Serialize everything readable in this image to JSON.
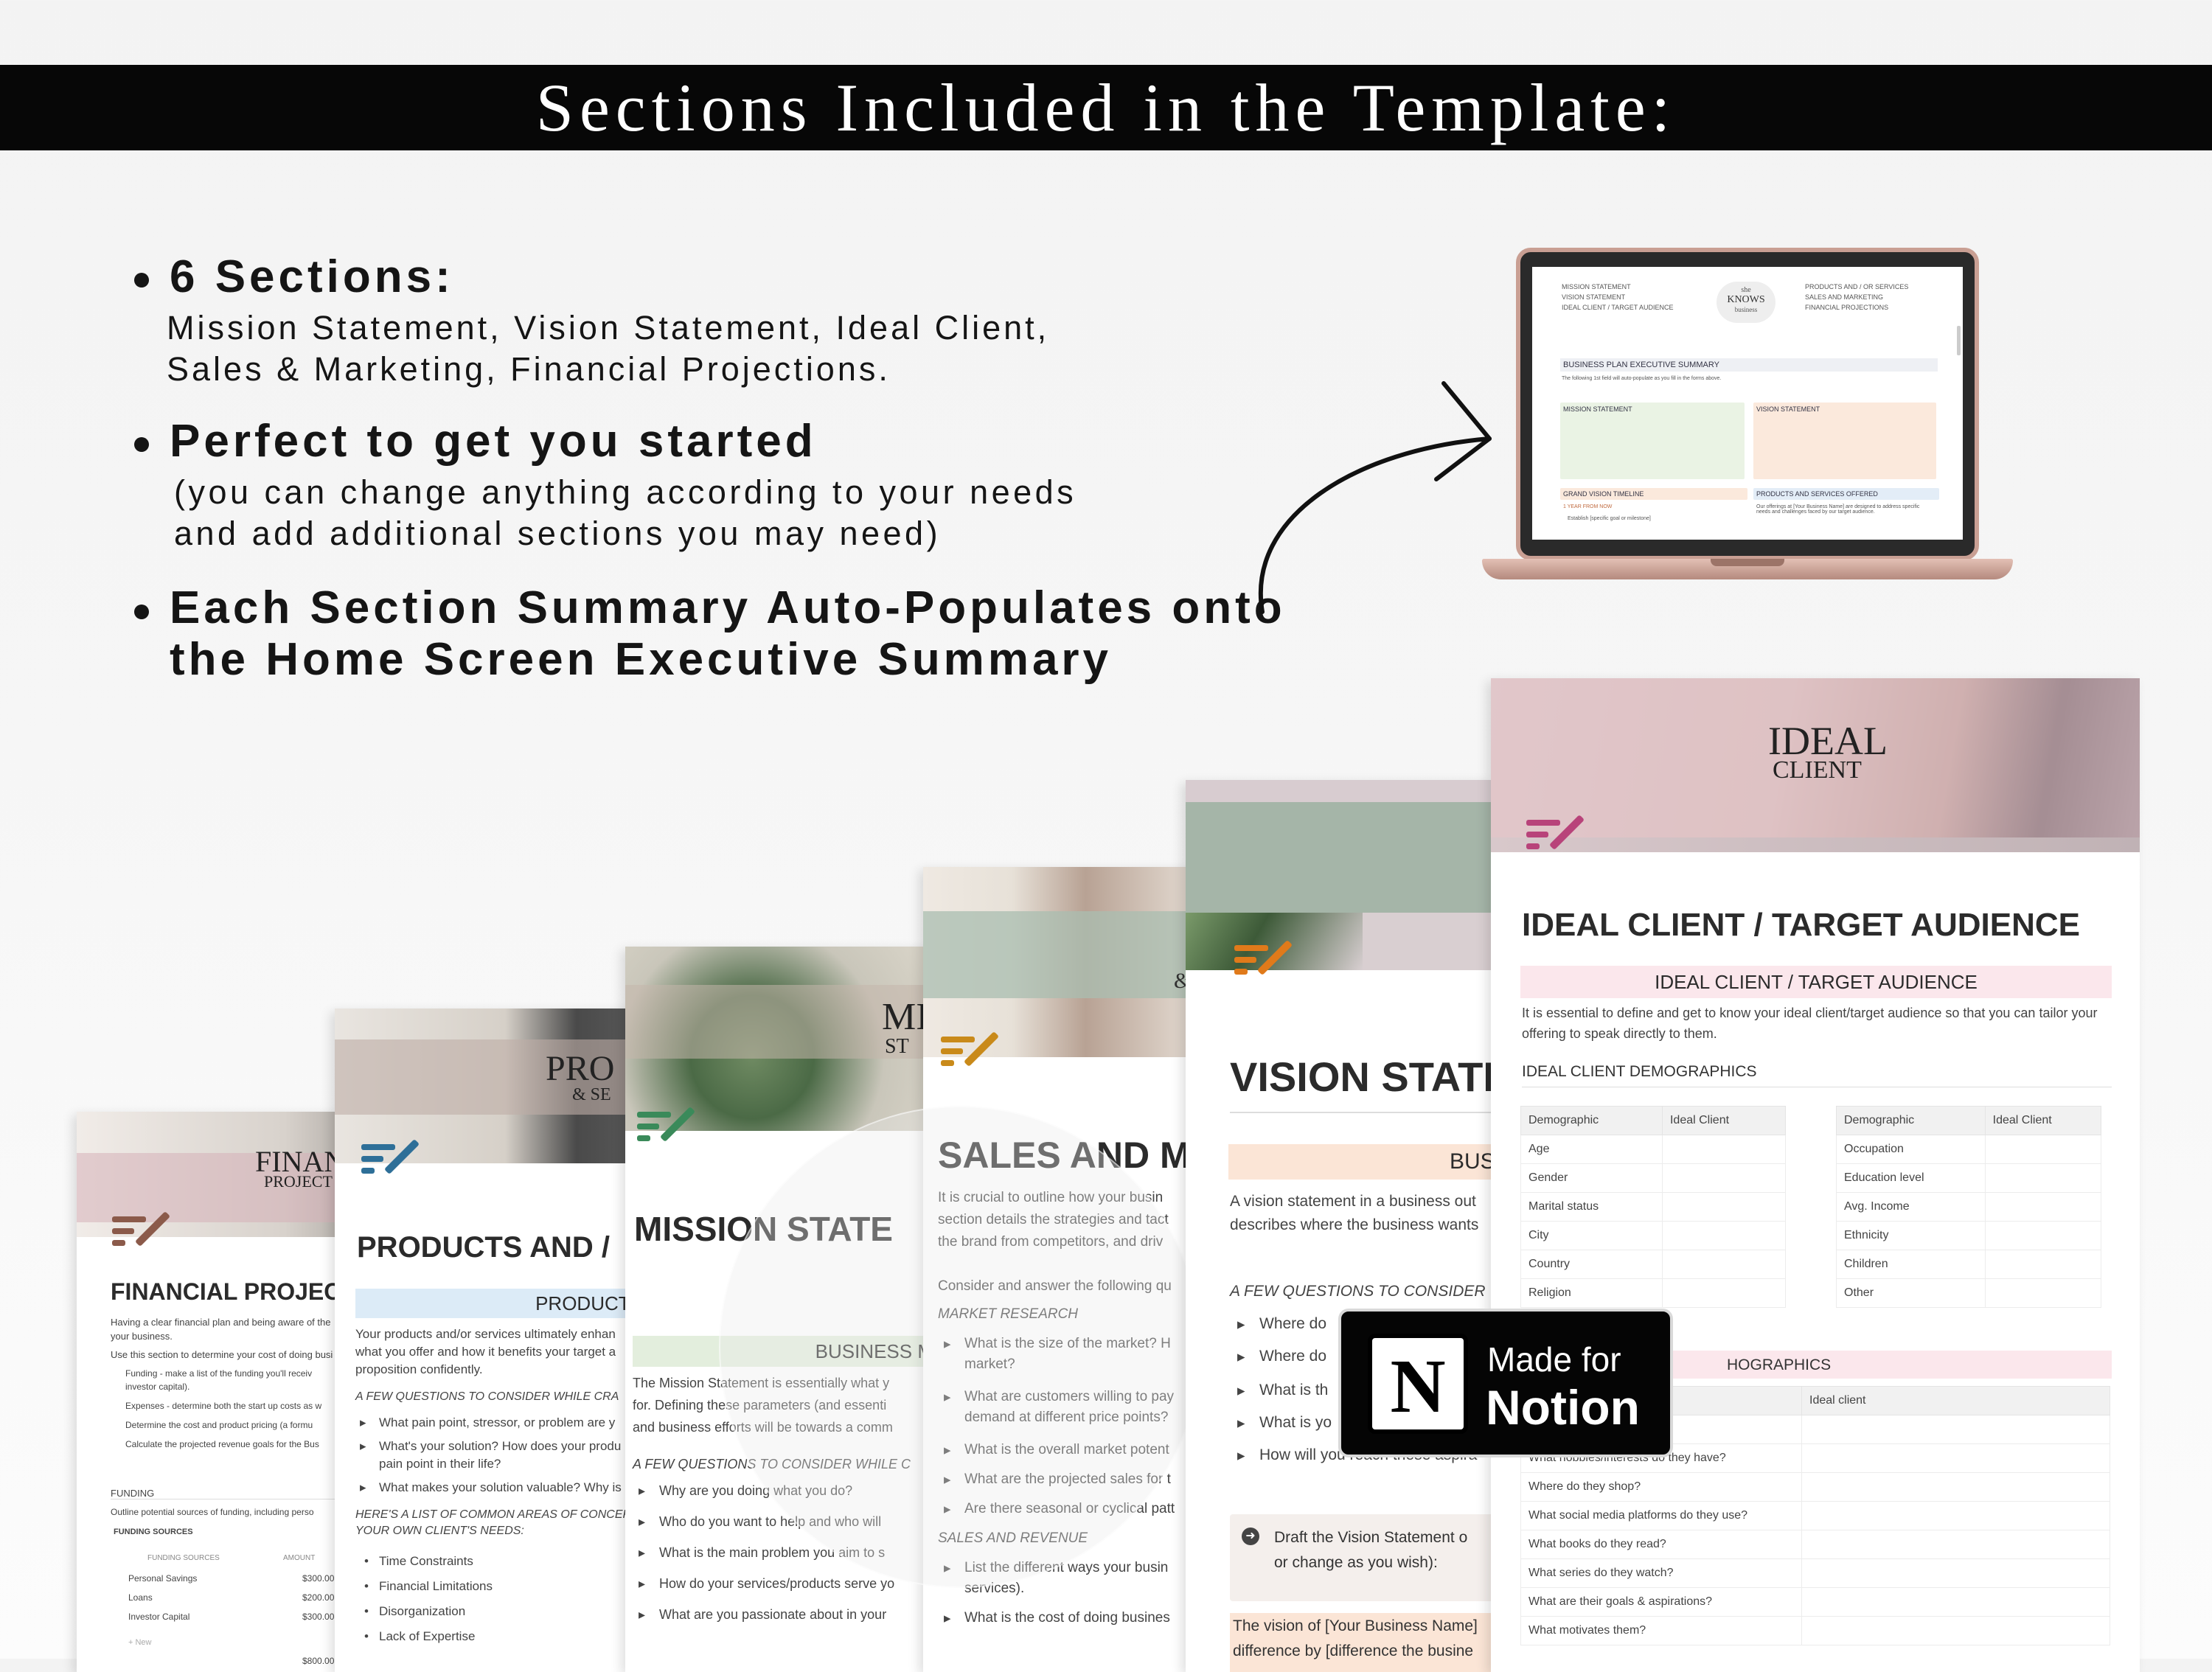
{
  "banner": {
    "title": "Sections Included in the Template:"
  },
  "bullets": {
    "b1_head": "6 Sections:",
    "b1_line1": "Mission Statement, Vision Statement, Ideal Client,",
    "b1_line2": "Sales & Marketing, Financial Projections.",
    "b2_head": "Perfect to get you started",
    "b2_line1": "(you can change anything according to your needs",
    "b2_line2": "and add additional sections you may need)",
    "b3_line1": "Each Section Summary Auto-Populates onto",
    "b3_line2": "the Home Screen Executive Summary"
  },
  "laptop": {
    "nav_left": [
      "MISSION STATEMENT",
      "VISION STATEMENT",
      "IDEAL CLIENT / TARGET AUDIENCE"
    ],
    "nav_right": [
      "PRODUCTS AND / OR SERVICES",
      "SALES AND MARKETING",
      "FINANCIAL PROJECTIONS"
    ],
    "logo_top": "she",
    "logo_mid": "KNOWS",
    "logo_bottom": "business",
    "summary_title": "BUSINESS PLAN EXECUTIVE SUMMARY",
    "summary_note": "The following 1st field will auto-populate as you fill in the forms above.",
    "mission_title": "MISSION STATEMENT",
    "vision_title": "VISION STATEMENT",
    "timeline_title": "GRAND VISION TIMELINE",
    "timeline_row": "1 YEAR FROM NOW",
    "timeline_item": "Establish [specific goal or milestone]",
    "products_title": "PRODUCTS AND SERVICES OFFERED",
    "products_text": "Our offerings at [Your Business Name] are designed to address specific needs and challenges faced by our target audience."
  },
  "cards": {
    "financial": {
      "cover_title": "FINAN",
      "cover_sub": "PROJECT",
      "h1": "FINANCIAL PROJECT",
      "p1": "Having a clear financial plan and being aware of the",
      "p2": "your business.",
      "p3": "Use this section to determine your cost of doing busi",
      "li1": "Funding - make a list of the funding you'll receiv",
      "li1b": "investor capital).",
      "li2": "Expenses - determine both the start up costs as w",
      "li3": "Determine the cost and product pricing (a formu",
      "li4": "Calculate the projected revenue goals for the Bus",
      "funding_head": "FUNDING",
      "funding_p": "Outline potential sources of funding, including perso",
      "funding_sources": "FUNDING SOURCES",
      "col1": "FUNDING SOURCES",
      "col2": "AMOUNT",
      "rows": [
        {
          "name": "Personal Savings",
          "amount": "$300.00"
        },
        {
          "name": "Loans",
          "amount": "$200.00"
        },
        {
          "name": "Investor Capital",
          "amount": "$300.00"
        },
        {
          "name": "",
          "amount": "$800.00"
        }
      ],
      "new_label": "+ New"
    },
    "products": {
      "cover_title": "PRO",
      "cover_sub": "& SE",
      "h1": "PRODUCTS AND /",
      "bar": "PRODUCTS",
      "p1": "Your products and/or services ultimately enhan",
      "p2": "what you offer and how it benefits your target a",
      "p3": "proposition confidently.",
      "q_head": "A FEW QUESTIONS TO CONSIDER WHILE CRA",
      "q1": "What pain point, stressor, or problem are y",
      "q2": "What's your solution? How does your produ",
      "q2b": "pain point in their life?",
      "q3": "What makes your solution valuable? Why is",
      "list_head1": "HERE'S A LIST OF COMMON AREAS OF CONCER",
      "list_head2": "YOUR OWN CLIENT'S NEEDS:",
      "c1": "Time Constraints",
      "c2": "Financial Limitations",
      "c3": "Disorganization",
      "c4": "Lack of Expertise"
    },
    "mission": {
      "cover_title": "MI",
      "cover_sub": "ST",
      "h1": "MISSION STATE",
      "bar": "BUSINESS M",
      "p1": "The Mission Statement is essentially what y",
      "p2": "for. Defining these parameters (and essenti",
      "p3": "and business efforts will be towards a comm",
      "q_head": "A FEW QUESTIONS TO CONSIDER WHILE C",
      "q1": "Why are you doing what you do?",
      "q2": "Who do you want to help and who will",
      "q3": "What is the main problem you aim to s",
      "q4": "How do your services/products serve yo",
      "q5": "What are you passionate about in your"
    },
    "sales": {
      "cover_amp": "&",
      "h1": "SALES AND M",
      "p1": "It is crucial to outline how your busin",
      "p2": "section details the strategies and tact",
      "p3": "the brand from competitors, and driv",
      "p4": "Consider and answer the following qu",
      "h_market": "MARKET RESEARCH",
      "m1": "What is the size of the market? H",
      "m1b": "market?",
      "m2": "What are customers willing to pay",
      "m2b": "demand at different price points?",
      "m3": "What is the overall market potent",
      "m4": "What are the projected sales for t",
      "m5": "Are there seasonal or cyclical patt",
      "h_revenue": "SALES AND REVENUE",
      "r1": "List the different ways your busin",
      "r1b": "services).",
      "r2": "What is the cost of doing busines"
    },
    "vision": {
      "h1": "VISION STATE",
      "bar": "BUSI",
      "p1": "A vision statement in a business out",
      "p2": "describes where the business wants",
      "q_head": "A FEW QUESTIONS TO CONSIDER",
      "q1": "Where do",
      "q2": "Where do",
      "q3": "What is th",
      "q4": "What is yo",
      "q5": "How will you reach these aspira",
      "callout1": "Draft the Vision Statement o",
      "callout2": "or change as you wish):",
      "quote1": "The vision of [Your Business Name]",
      "quote2": "difference by [difference the busine"
    },
    "ideal": {
      "cover_title": "IDEAL",
      "cover_sub": "CLIENT",
      "h1": "IDEAL CLIENT / TARGET AUDIENCE",
      "bar": "IDEAL CLIENT / TARGET AUDIENCE",
      "p1": "It is essential to define and get to know your ideal client/target audience so that you can tailor your",
      "p2": "offering to speak directly to them.",
      "demo_head": "IDEAL CLIENT DEMOGRAPHICS",
      "t1_cols": [
        "Demographic",
        "Ideal Client"
      ],
      "t1_rows": [
        "Age",
        "Gender",
        "Marital status",
        "City",
        "Country",
        "Religion"
      ],
      "t2_cols": [
        "Demographic",
        "Ideal Client"
      ],
      "t2_rows": [
        "Occupation",
        "Education level",
        "Avg. Income",
        "Ethnicity",
        "Children",
        "Other"
      ],
      "psycho_head": "HOGRAPHICS",
      "t3_col": "Ideal client",
      "t3_rows": [
        "What hobbies/interests do they have?",
        "Where do they shop?",
        "What social media platforms do they use?",
        "What books do they read?",
        "What series do they watch?",
        "What are their goals & aspirations?",
        "What motivates them?"
      ]
    }
  },
  "badge": {
    "line1": "Made for",
    "line2": "Notion",
    "logo_letter": "N"
  },
  "colors": {
    "banner": "#070707",
    "pink": "#d6b0b8",
    "sage": "#a9bcae",
    "blue_bar": "#dcebf7",
    "peach_bar": "#fbe5d6",
    "green_bar": "#e3eedd",
    "pink_bar": "#fbe7ec"
  },
  "icons": [
    "notes-edit-icon",
    "arrow-icon",
    "notion-logo-icon",
    "triangle-bullet-icon",
    "arrow-circle-icon"
  ]
}
